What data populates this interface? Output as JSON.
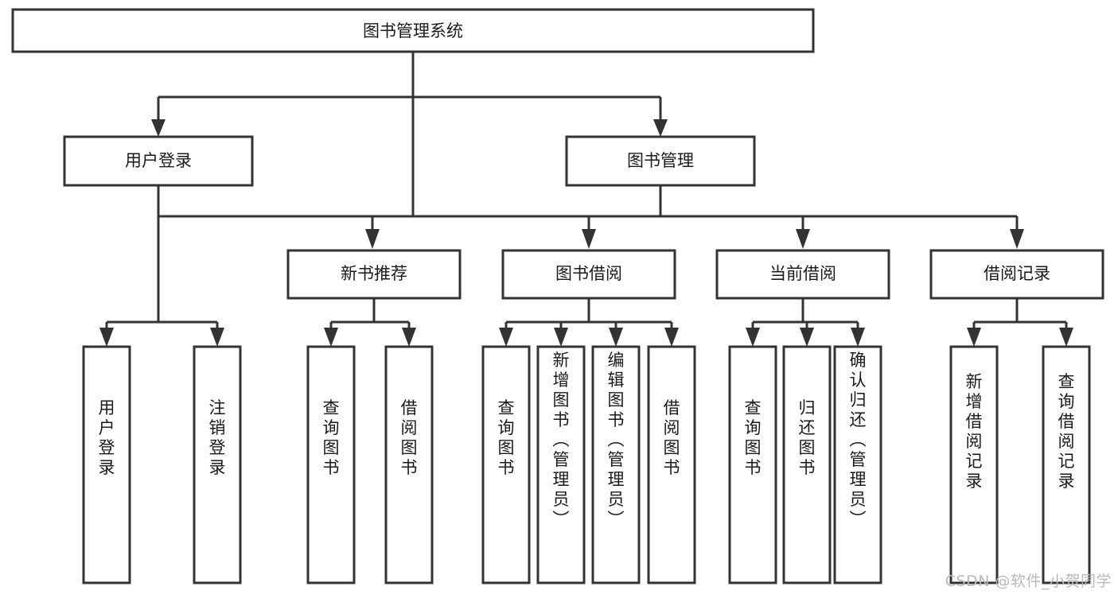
{
  "diagram": {
    "title": "图书管理系统",
    "type": "tree",
    "orientation": "top-down",
    "watermark": "CSDN @软件_小贺同学",
    "colors": {
      "box_stroke": "#333333",
      "box_fill": "#ffffff",
      "text": "#1a1a1a",
      "background": "#ffffff",
      "watermark": "#b9b9b9"
    },
    "levels": {
      "level1": [
        {
          "id": "root",
          "label": "图书管理系统",
          "orientation": "horizontal"
        }
      ],
      "level2": [
        {
          "id": "login",
          "label": "用户登录",
          "orientation": "horizontal",
          "parent": "root"
        },
        {
          "id": "bookmgmt",
          "label": "图书管理",
          "orientation": "horizontal",
          "parent": "root"
        }
      ],
      "level3": [
        {
          "id": "newbook",
          "label": "新书推荐",
          "orientation": "horizontal",
          "parent": "bookmgmt"
        },
        {
          "id": "borrow",
          "label": "图书借阅",
          "orientation": "horizontal",
          "parent": "bookmgmt"
        },
        {
          "id": "current",
          "label": "当前借阅",
          "orientation": "horizontal",
          "parent": "bookmgmt"
        },
        {
          "id": "records",
          "label": "借阅记录",
          "orientation": "horizontal",
          "parent": "bookmgmt"
        }
      ],
      "level4": [
        {
          "id": "leaf-user-login",
          "label": "用户登录",
          "orientation": "vertical",
          "parent": "login"
        },
        {
          "id": "leaf-user-logout",
          "label": "注销登录",
          "orientation": "vertical",
          "parent": "login"
        },
        {
          "id": "leaf-query-book-1",
          "label": "查询图书",
          "orientation": "vertical",
          "parent": "newbook"
        },
        {
          "id": "leaf-borrow-book-1",
          "label": "借阅图书",
          "orientation": "vertical",
          "parent": "newbook"
        },
        {
          "id": "leaf-query-book-2",
          "label": "查询图书",
          "orientation": "vertical",
          "parent": "borrow"
        },
        {
          "id": "leaf-add-book",
          "label": "新增图书（管理员）",
          "orientation": "vertical",
          "parent": "borrow"
        },
        {
          "id": "leaf-edit-book",
          "label": "编辑图书（管理员）",
          "orientation": "vertical",
          "parent": "borrow"
        },
        {
          "id": "leaf-borrow-book-2",
          "label": "借阅图书",
          "orientation": "vertical",
          "parent": "borrow"
        },
        {
          "id": "leaf-query-book-3",
          "label": "查询图书",
          "orientation": "vertical",
          "parent": "current"
        },
        {
          "id": "leaf-return-book",
          "label": "归还图书",
          "orientation": "vertical",
          "parent": "current"
        },
        {
          "id": "leaf-confirm-return",
          "label": "确认归还（管理员）",
          "orientation": "vertical",
          "parent": "current"
        },
        {
          "id": "leaf-add-record",
          "label": "新增借阅记录",
          "orientation": "vertical",
          "parent": "records"
        },
        {
          "id": "leaf-query-record",
          "label": "查询借阅记录",
          "orientation": "vertical",
          "parent": "records"
        }
      ]
    }
  }
}
